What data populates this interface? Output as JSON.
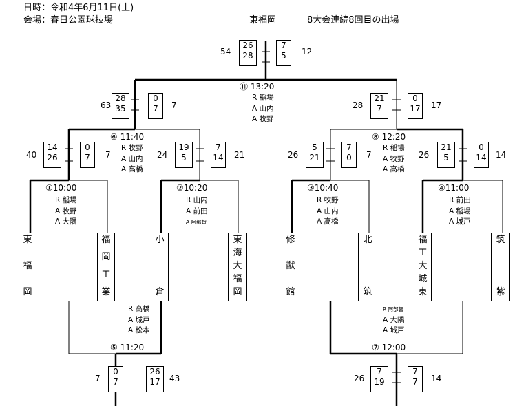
{
  "header": {
    "date": "日時：令和4年6月11日(土)",
    "venue": "会場：春日公園球技場",
    "team": "東福岡",
    "note": "8大会連続8回目の出場"
  },
  "teams": [
    {
      "name": "東福岡",
      "chars": [
        "東",
        "福",
        "岡"
      ]
    },
    {
      "name": "福岡工業",
      "chars": [
        "福",
        "岡",
        "工",
        "業"
      ]
    },
    {
      "name": "小倉",
      "chars": [
        "小",
        "倉"
      ]
    },
    {
      "name": "東海大福岡",
      "chars": [
        "東",
        "海",
        "大",
        "福",
        "岡"
      ]
    },
    {
      "name": "修猷館",
      "chars": [
        "修",
        "猷",
        "館"
      ]
    },
    {
      "name": "北筑",
      "chars": [
        "北",
        "筑"
      ]
    },
    {
      "name": "福工大城東",
      "chars": [
        "福",
        "工",
        "大",
        "城",
        "東"
      ]
    },
    {
      "name": "筑紫",
      "chars": [
        "筑",
        "紫"
      ]
    }
  ],
  "matches": {
    "m1": {
      "label": "①10:00",
      "referees": [
        "R 稲場",
        "A 牧野",
        "A 大隅"
      ]
    },
    "m2": {
      "label": "②10:20",
      "referees": [
        "R 山内",
        "A 前田",
        "A 阿部智"
      ]
    },
    "m3": {
      "label": "③10:40",
      "referees": [
        "R 牧野",
        "A 山内",
        "A 高橋"
      ]
    },
    "m4": {
      "label": "④11:00",
      "referees": [
        "R 前田",
        "A 稲場",
        "A 城戸"
      ]
    },
    "m5": {
      "label": "⑤ 11:20",
      "referees": [
        "R 高橋",
        "A 城戸",
        "A 松本"
      ],
      "left_total": "7",
      "left_halves": [
        "0",
        "7"
      ],
      "right_halves": [
        "26",
        "17"
      ],
      "right_total": "43"
    },
    "m6": {
      "label": "⑥ 11:40",
      "referees": [
        "R 牧野",
        "A 山内",
        "A 高橋"
      ],
      "left_total": "40",
      "left_halves": [
        "14",
        "26"
      ],
      "left_opp": [
        "0",
        "7"
      ],
      "left_opp_total": "7",
      "right_total": "24",
      "right_halves": [
        "19",
        "5"
      ],
      "right_opp": [
        "7",
        "14"
      ],
      "right_opp_total": "21"
    },
    "m7": {
      "label": "⑦ 12:00",
      "referees": [
        "R 阿部智",
        "A 大隅",
        "A 城戸"
      ],
      "left_total": "26",
      "left_halves": [
        "7",
        "19"
      ],
      "right_halves": [
        "7",
        "7"
      ],
      "right_total": "14"
    },
    "m8": {
      "label": "⑧ 12:20",
      "referees": [
        "R 稲場",
        "A 牧野",
        "A 高橋"
      ],
      "left_total": "26",
      "left_halves": [
        "5",
        "21"
      ],
      "left_opp": [
        "7",
        "0"
      ],
      "left_opp_total": "7",
      "right_total": "26",
      "right_halves": [
        "21",
        "5"
      ],
      "right_opp": [
        "0",
        "14"
      ],
      "right_opp_total": "14"
    },
    "m11": {
      "label": "⑪ 13:20",
      "referees": [
        "R 稲場",
        "A 山内",
        "A 牧野"
      ],
      "left_total": "63",
      "left_halves": [
        "28",
        "35"
      ],
      "left_opp": [
        "0",
        "7"
      ],
      "left_opp_total": "7",
      "right_total": "28",
      "right_halves": [
        "21",
        "7"
      ],
      "right_opp": [
        "0",
        "17"
      ],
      "right_opp_total": "17"
    },
    "final": {
      "left_total": "54",
      "left_halves": [
        "26",
        "28"
      ],
      "right_halves": [
        "7",
        "5"
      ],
      "right_total": "12"
    }
  }
}
